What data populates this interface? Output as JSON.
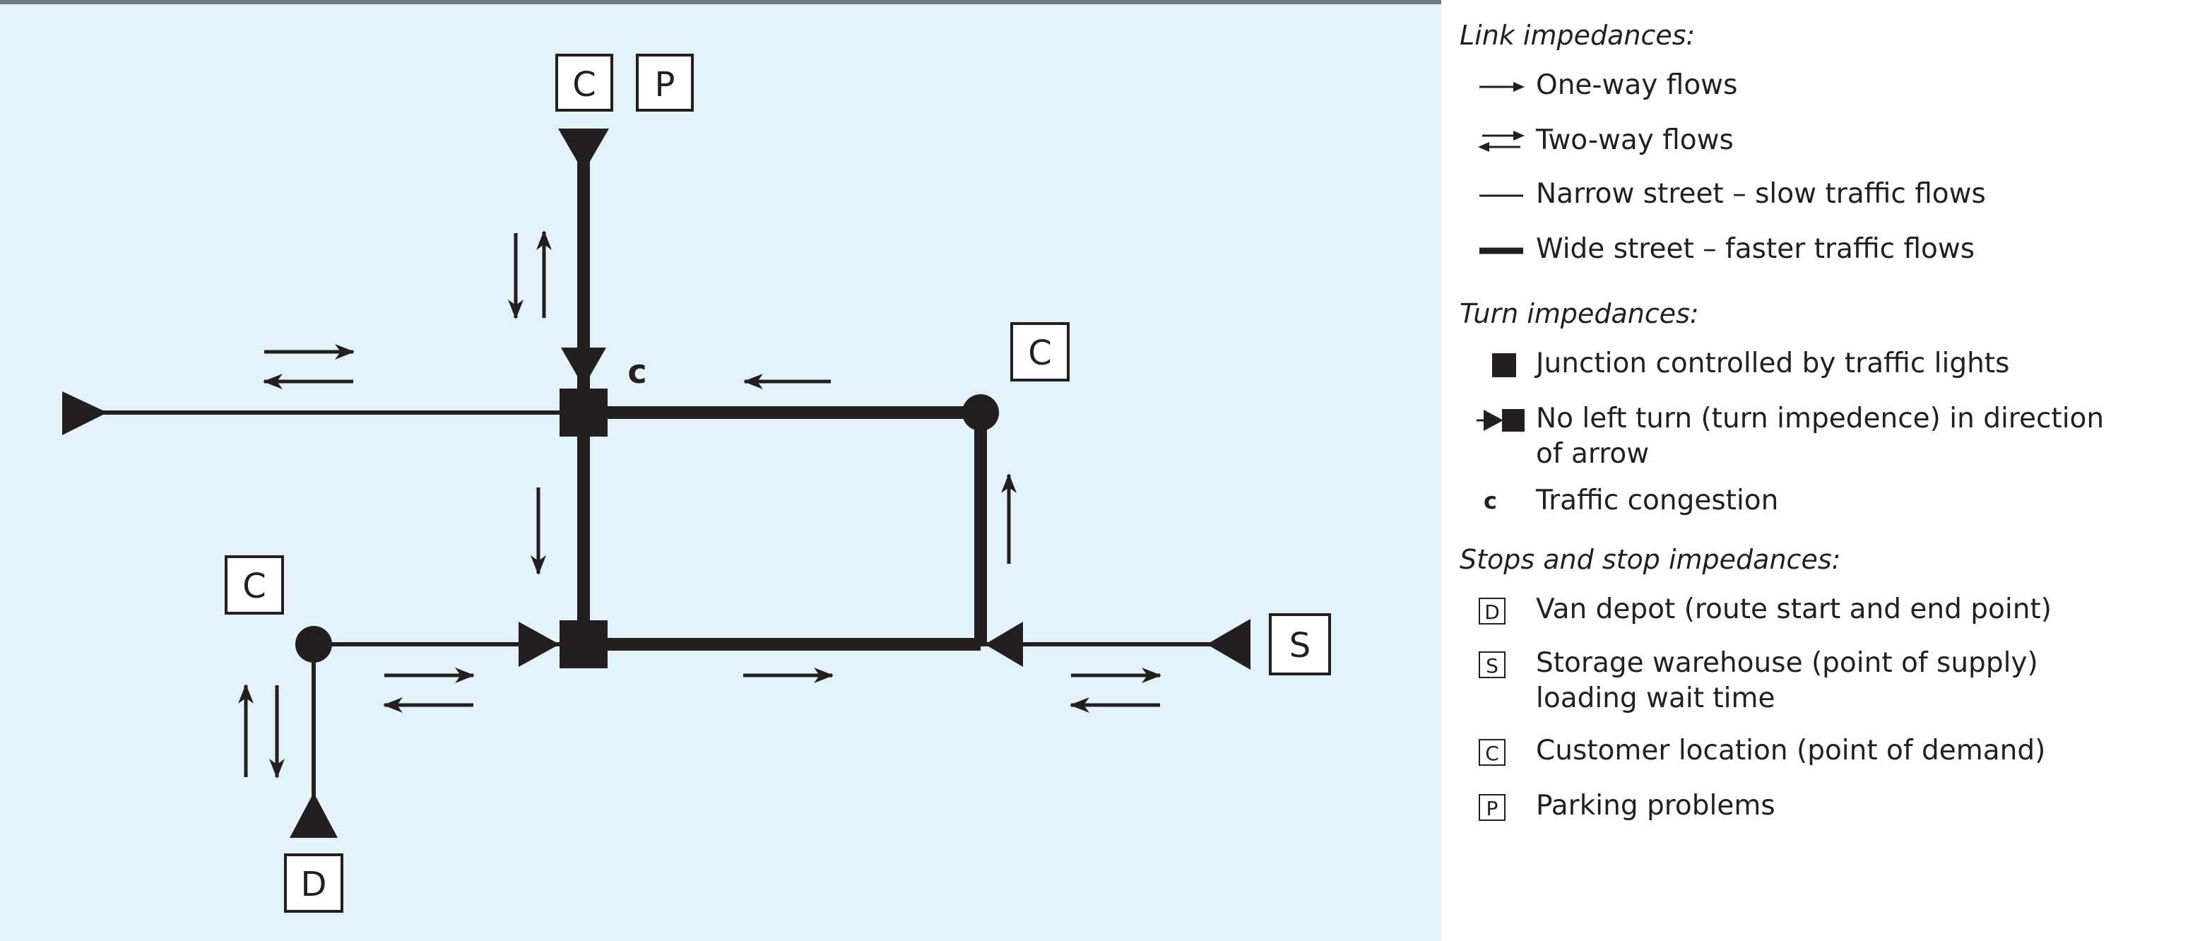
{
  "colors": {
    "background": "#e3f1f9",
    "ink": "#231f20",
    "legend_bg": "#ffffff"
  },
  "diagram": {
    "labels": {
      "top_c": "C",
      "top_p": "P",
      "right_c": "C",
      "left_c": "C",
      "depot_d": "D",
      "warehouse_s": "S",
      "congestion": "c"
    }
  },
  "legend": {
    "links_title": "Link impedances:",
    "links": [
      {
        "icon": "one-way-arrow-icon",
        "label": "One-way flows"
      },
      {
        "icon": "two-way-arrow-icon",
        "label": "Two-way flows"
      },
      {
        "icon": "thin-line-icon",
        "label": "Narrow street – slow traffic flows"
      },
      {
        "icon": "thick-line-icon",
        "label": "Wide street – faster traffic flows"
      }
    ],
    "turns_title": "Turn impedances:",
    "turns": [
      {
        "icon": "square-icon",
        "label": "Junction controlled by traffic lights"
      },
      {
        "icon": "no-left-turn-icon",
        "label_line1": "No left turn (turn impedence) in direction",
        "label_line2": "of arrow"
      },
      {
        "icon": "congestion-c-icon",
        "glyph": "c",
        "label": "Traffic congestion"
      }
    ],
    "stops_title": "Stops and stop impedances:",
    "stops": [
      {
        "letter": "D",
        "label": "Van depot (route start and end point)"
      },
      {
        "letter": "S",
        "label_line1": "Storage warehouse (point of supply)",
        "label_line2": "loading wait time"
      },
      {
        "letter": "C",
        "label": "Customer location (point of demand)"
      },
      {
        "letter": "P",
        "label": "Parking problems"
      }
    ]
  }
}
